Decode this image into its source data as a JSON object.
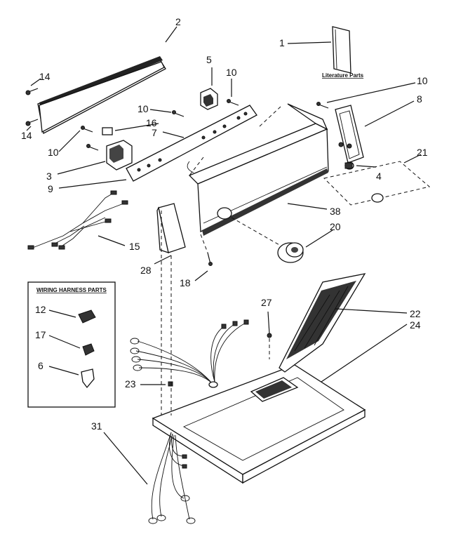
{
  "callouts": [
    {
      "id": "p1",
      "text": "1"
    },
    {
      "id": "p2",
      "text": "2"
    },
    {
      "id": "p3",
      "text": "3"
    },
    {
      "id": "p4",
      "text": "4"
    },
    {
      "id": "p5",
      "text": "5"
    },
    {
      "id": "p6",
      "text": "6"
    },
    {
      "id": "p7",
      "text": "7"
    },
    {
      "id": "p8",
      "text": "8"
    },
    {
      "id": "p9",
      "text": "9"
    },
    {
      "id": "p10a",
      "text": "10"
    },
    {
      "id": "p10b",
      "text": "10"
    },
    {
      "id": "p10c",
      "text": "10"
    },
    {
      "id": "p10d",
      "text": "10"
    },
    {
      "id": "p12",
      "text": "12"
    },
    {
      "id": "p14a",
      "text": "14"
    },
    {
      "id": "p14b",
      "text": "14"
    },
    {
      "id": "p15",
      "text": "15"
    },
    {
      "id": "p16",
      "text": "16"
    },
    {
      "id": "p17",
      "text": "17"
    },
    {
      "id": "p18",
      "text": "18"
    },
    {
      "id": "p20",
      "text": "20"
    },
    {
      "id": "p21",
      "text": "21"
    },
    {
      "id": "p22",
      "text": "22"
    },
    {
      "id": "p23",
      "text": "23"
    },
    {
      "id": "p24",
      "text": "24"
    },
    {
      "id": "p27",
      "text": "27"
    },
    {
      "id": "p28",
      "text": "28"
    },
    {
      "id": "p31",
      "text": "31"
    },
    {
      "id": "p38",
      "text": "38"
    }
  ],
  "literature_label": "Literature Parts",
  "harness_box_title": "WIRING HARNESS PARTS"
}
